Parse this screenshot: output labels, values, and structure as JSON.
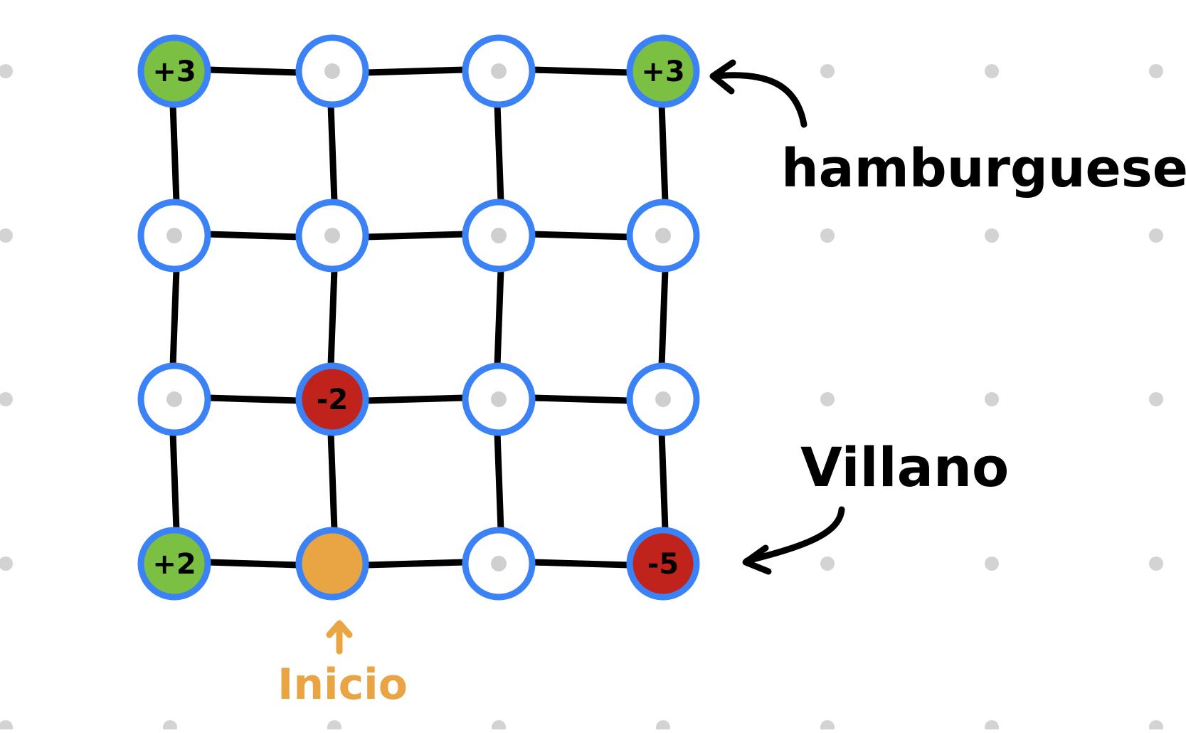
{
  "colors": {
    "background": "#ffffff",
    "dot": "#d3d3d3",
    "edge": "#000000",
    "ring": "#3b82f6",
    "node_fill": "#ffffff",
    "node_center": "#cfcfcf",
    "positive": "#7cc043",
    "negative": "#c0231c",
    "start": "#e9a443",
    "annotation_black": "#000000",
    "annotation_orange": "#e9a443"
  },
  "grid": {
    "rows": 4,
    "cols": 4,
    "nodes": [
      {
        "row": 0,
        "col": 0,
        "kind": "positive",
        "label": "+3"
      },
      {
        "row": 0,
        "col": 1,
        "kind": "empty",
        "label": ""
      },
      {
        "row": 0,
        "col": 2,
        "kind": "empty",
        "label": ""
      },
      {
        "row": 0,
        "col": 3,
        "kind": "positive",
        "label": "+3"
      },
      {
        "row": 1,
        "col": 0,
        "kind": "empty",
        "label": ""
      },
      {
        "row": 1,
        "col": 1,
        "kind": "empty",
        "label": ""
      },
      {
        "row": 1,
        "col": 2,
        "kind": "empty",
        "label": ""
      },
      {
        "row": 1,
        "col": 3,
        "kind": "empty",
        "label": ""
      },
      {
        "row": 2,
        "col": 0,
        "kind": "empty",
        "label": ""
      },
      {
        "row": 2,
        "col": 1,
        "kind": "negative",
        "label": "-2"
      },
      {
        "row": 2,
        "col": 2,
        "kind": "empty",
        "label": ""
      },
      {
        "row": 2,
        "col": 3,
        "kind": "empty",
        "label": ""
      },
      {
        "row": 3,
        "col": 0,
        "kind": "positive",
        "label": "+2"
      },
      {
        "row": 3,
        "col": 1,
        "kind": "start",
        "label": ""
      },
      {
        "row": 3,
        "col": 2,
        "kind": "empty",
        "label": ""
      },
      {
        "row": 3,
        "col": 3,
        "kind": "negative",
        "label": "-5"
      }
    ]
  },
  "annotations": {
    "hamburgueseria": "hamburgueseria",
    "villano": "Villano",
    "inicio": "Inicio"
  }
}
